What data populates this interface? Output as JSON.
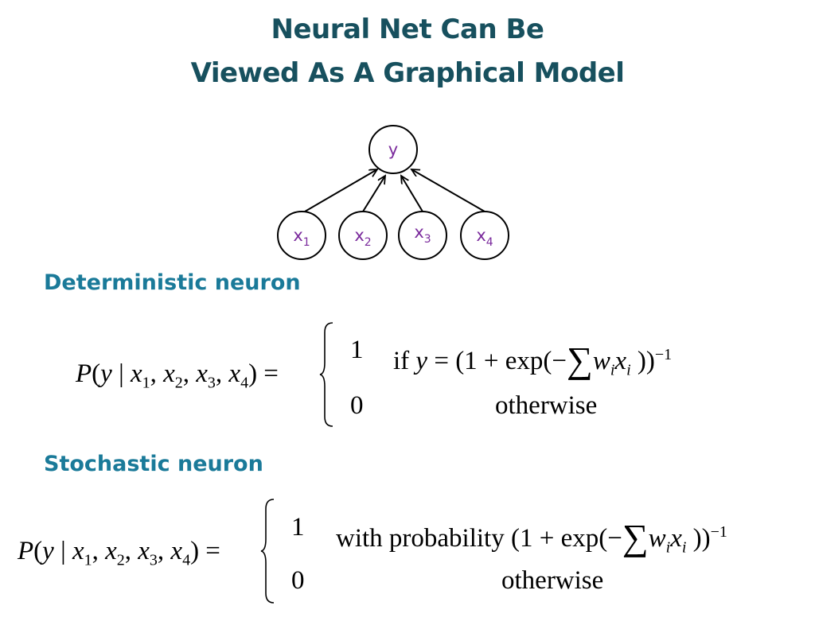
{
  "slide": {
    "title_line1": "Neural Net Can Be",
    "title_line2": "Viewed As A Graphical Model"
  },
  "graph": {
    "output_node": "y",
    "input_nodes": [
      {
        "base": "x",
        "sub": "1"
      },
      {
        "base": "x",
        "sub": "2"
      },
      {
        "base": "x",
        "sub": "3"
      },
      {
        "base": "x",
        "sub": "4"
      }
    ],
    "node_label_color": "#7a2a9c"
  },
  "deterministic": {
    "heading": "Deterministic neuron",
    "lhs": "P(y | x1, x2, x3, x4) =",
    "case1_value": "1",
    "case1_condition": "if y = (1 + exp(−∑ wixi))−1",
    "case2_value": "0",
    "case2_condition": "otherwise"
  },
  "stochastic": {
    "heading": "Stochastic neuron",
    "lhs": "P(y | x1, x2, x3, x4) =",
    "case1_value": "1",
    "case1_condition": "with probability (1 + exp(−∑ wixi))−1",
    "case2_value": "0",
    "case2_condition": "otherwise"
  },
  "colors": {
    "title": "#17505e",
    "heading": "#1a7a99"
  }
}
